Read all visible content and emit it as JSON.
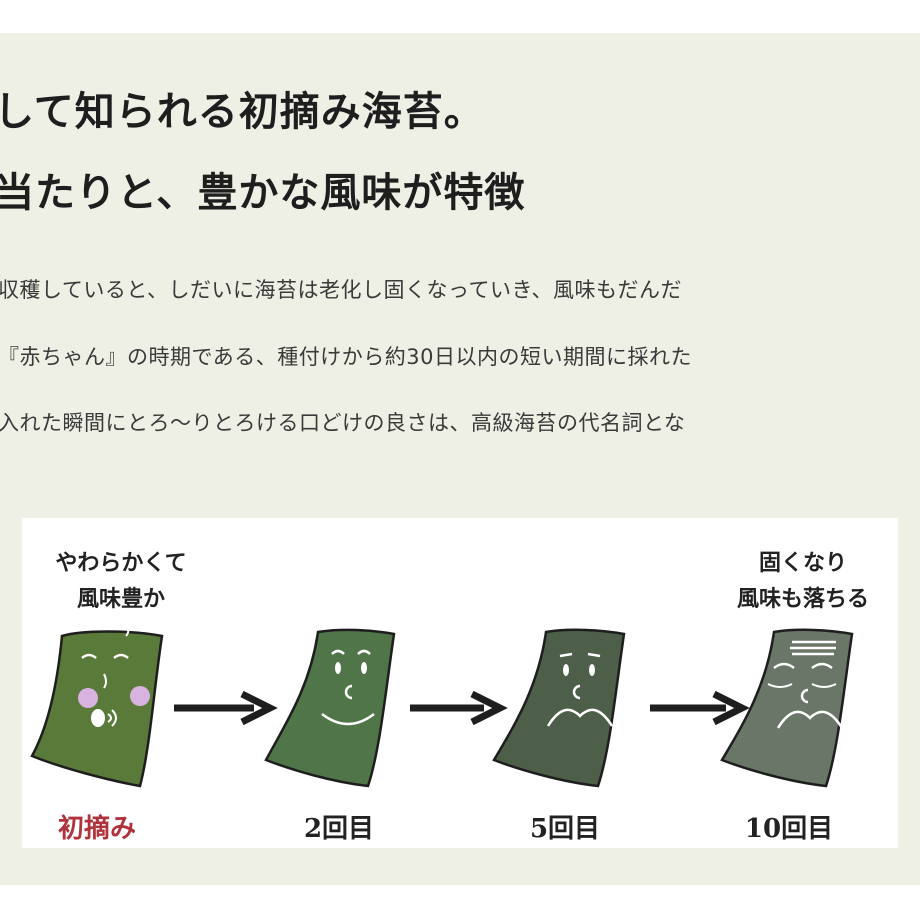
{
  "heading": {
    "line1": "して知られる初摘み海苔。",
    "line2": "当たりと、豊かな風味が特徴"
  },
  "body": {
    "lines": [
      "収穫していると、しだいに海苔は老化し固くなっていき、風味もだんだ",
      "『赤ちゃん』の時期である、種付けから約30日以内の短い期間に採れた",
      "入れた瞬間にとろ〜りとろける口どけの良さは、高級海苔の代名詞とな"
    ]
  },
  "illustration": {
    "caption_left": [
      "やわらかくて",
      "風味豊か"
    ],
    "caption_right": [
      "固くなり",
      "風味も落ちる"
    ],
    "stages": [
      {
        "label": "初摘み",
        "color": "#5a7a3a"
      },
      {
        "label": "2回目",
        "color": "#4f7548"
      },
      {
        "label": "5回目",
        "color": "#4d5f48"
      },
      {
        "label": "10回目",
        "color": "#6a7668"
      }
    ]
  },
  "colors": {
    "panel_bg": "#eef0e6",
    "first_label": "#b0323c",
    "text": "#1e1e1e"
  }
}
